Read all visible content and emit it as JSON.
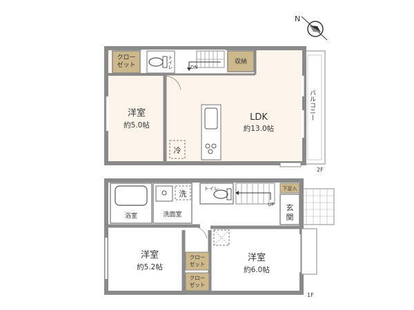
{
  "compass": {
    "north_label": "N"
  },
  "floor2": {
    "label": "2F",
    "closet": "クロー\nゼット",
    "toilet": "トイレ",
    "stair_dn": "DN",
    "storage": "収納",
    "bedroom": {
      "name": "洋室",
      "area": "約5.0帖"
    },
    "ldk": {
      "name": "LDK",
      "area": "約13.0帖"
    },
    "fridge": "冷",
    "balcony": "バルコニー"
  },
  "floor1": {
    "label": "1F",
    "wash": "洗",
    "toilet": "トイレ",
    "bath": "浴室",
    "washroom": "洗面室",
    "shoe_box": "下足入",
    "entrance": "玄\n関",
    "stair_up": "UP",
    "bedroom_left": {
      "name": "洋室",
      "area": "約5.2帖"
    },
    "bedroom_right": {
      "name": "洋室",
      "area": "約6.0帖"
    },
    "closet_a": "クロー\nゼット",
    "closet_b": "クロー\nゼット"
  },
  "colors": {
    "wall": "#8a8a8a",
    "room_fill": "#fdf5ec",
    "wet_fill": "#ffffff",
    "closet_fill": "#cdb88c",
    "floor1_fill": "#ffffff",
    "tile": "#b0b0b0"
  }
}
